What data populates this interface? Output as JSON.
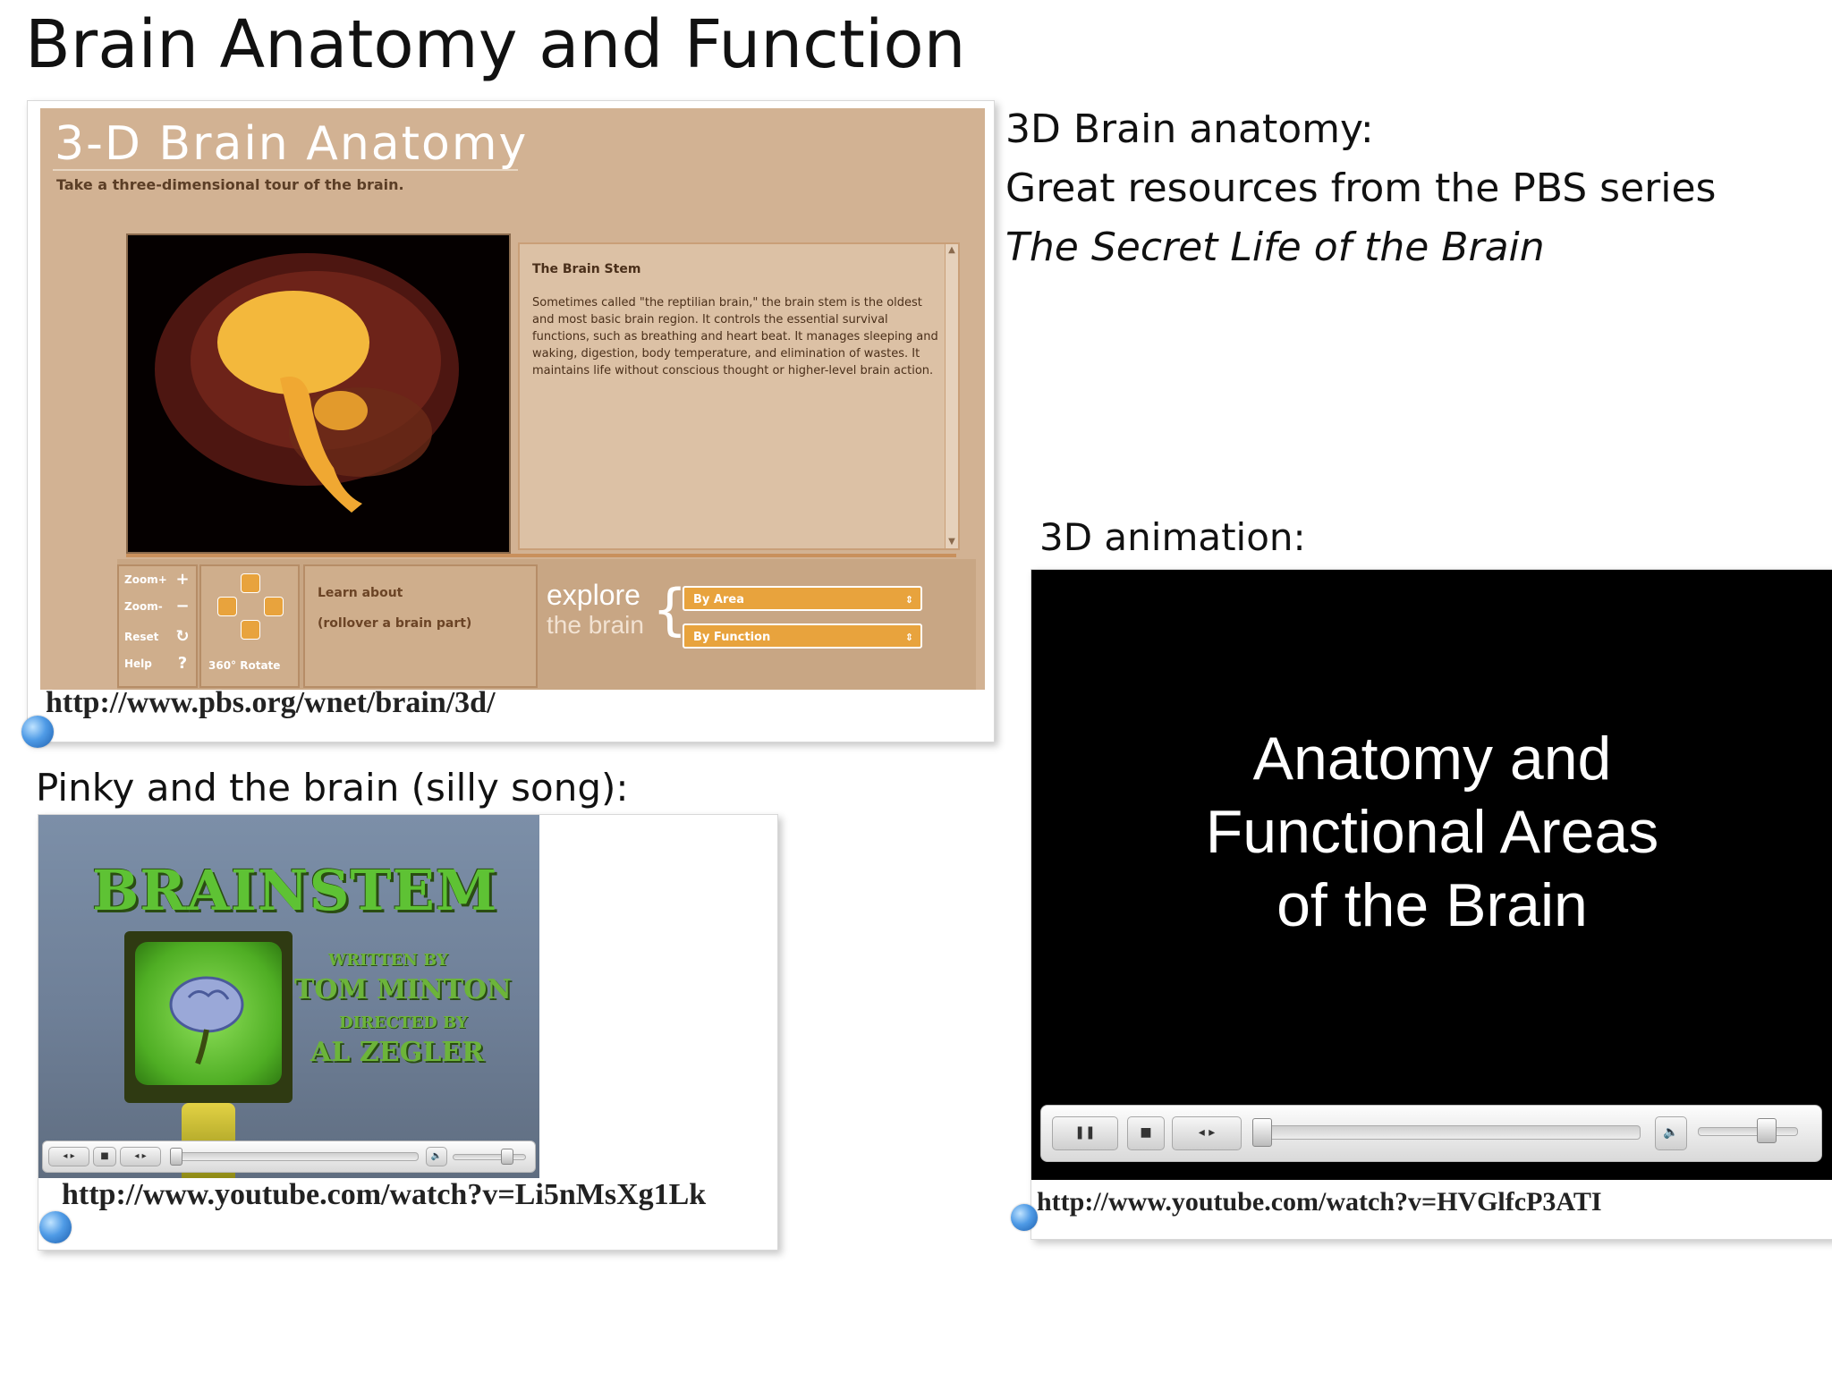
{
  "slide": {
    "title": "Brain Anatomy and Function"
  },
  "pbs": {
    "header_title": "3-D Brain Anatomy",
    "header_subtitle": "Take a three-dimensional tour of the brain.",
    "description_title": "The Brain Stem",
    "description_text": "Sometimes called \"the reptilian brain,\" the brain stem is the oldest and most basic brain region. It controls the essential survival functions, such as breathing and heart beat. It manages sleeping and waking, digestion, body temperature, and elimination of wastes. It maintains life without conscious thought or higher-level brain action.",
    "controls": {
      "zoom_in": "Zoom+",
      "zoom_out": "Zoom-",
      "reset": "Reset",
      "help": "Help",
      "rotate": "360° Rotate",
      "learn_about": "Learn about",
      "rollover_hint": "(rollover a brain part)",
      "explore_1": "explore",
      "explore_2": "the brain",
      "select_area": "By Area",
      "select_function": "By Function"
    },
    "url": "http://www.pbs.org/wnet/brain/3d/"
  },
  "info": {
    "line1": "3D Brain anatomy:",
    "line2": "Great resources from the PBS series",
    "line3": "The Secret Life of the Brain"
  },
  "animation": {
    "label": "3D animation:",
    "video_title_1": "Anatomy and",
    "video_title_2": "Functional Areas",
    "video_title_3": "of the Brain",
    "url": "http://www.youtube.com/watch?v=HVGlfcP3ATI"
  },
  "pinky": {
    "label": "Pinky and the brain (silly song):",
    "video_title": "BRAINSTEM",
    "written_by": "WRITTEN BY",
    "writer": "TOM MINTON",
    "directed_by": "DIRECTED BY",
    "director": "AL ZEGLER",
    "url": "http://www.youtube.com/watch?v=Li5nMsXg1Lk"
  },
  "colors": {
    "pbs_bg": "#d2b293",
    "pbs_accent": "#e8a33d",
    "brainstem_green": "#5ec234",
    "video_black": "#000000"
  }
}
